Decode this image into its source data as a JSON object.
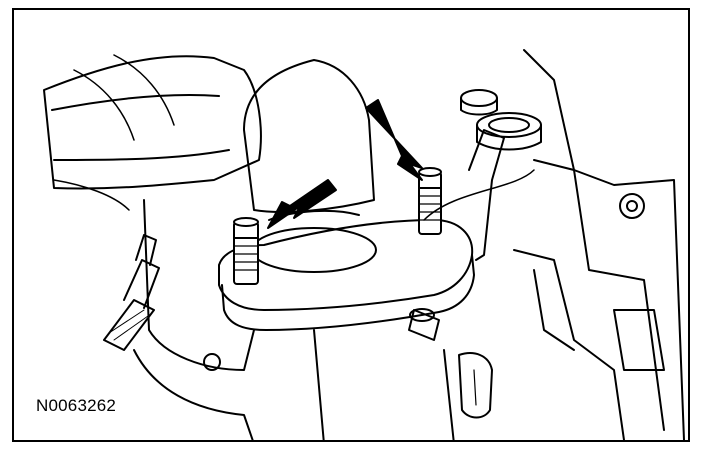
{
  "figure": {
    "reference_id": "N0063262",
    "colors": {
      "line": "#000000",
      "background": "#ffffff"
    },
    "callouts": [
      {
        "name": "arrow-left-stud",
        "points_to": "left-stud"
      },
      {
        "name": "arrow-right-stud",
        "points_to": "right-stud"
      }
    ]
  }
}
